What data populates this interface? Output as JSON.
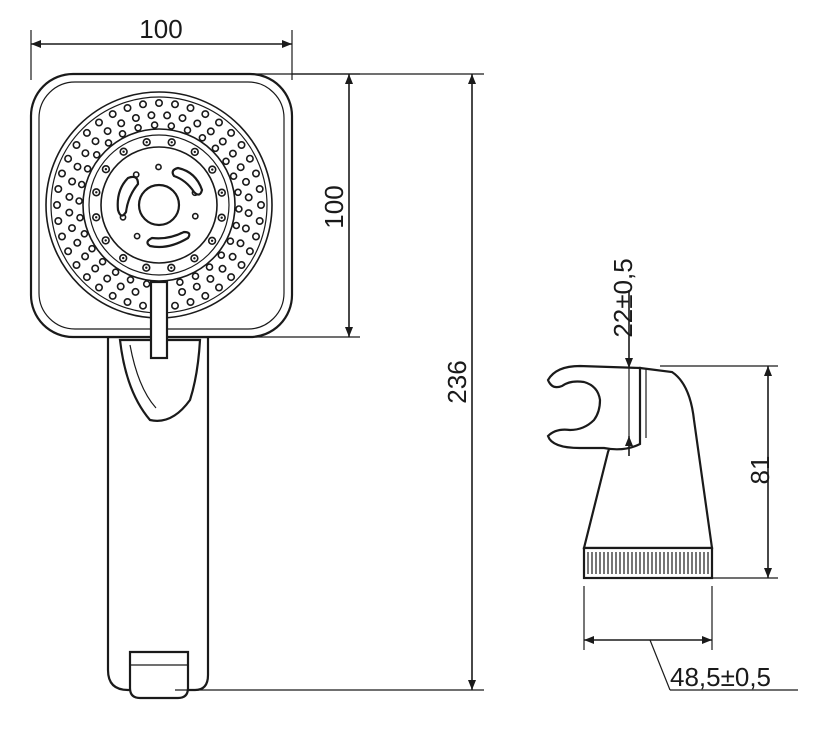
{
  "diagram": {
    "dimensions": {
      "head_width": "100",
      "head_height": "100",
      "total_length": "236",
      "holder_slot": "22±0,5",
      "holder_height": "81",
      "holder_base": "48,5±0,5"
    }
  }
}
